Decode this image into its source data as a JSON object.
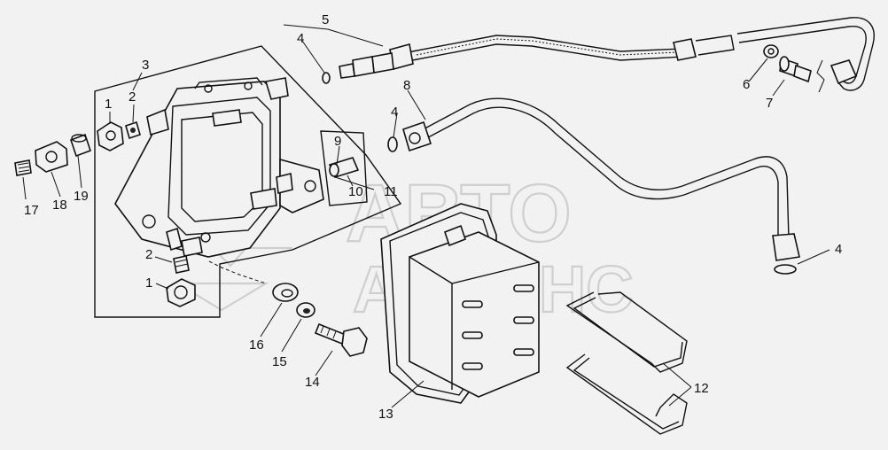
{
  "diagram": {
    "watermark": {
      "line1": "АВТО",
      "line2": "АЛЬЯНС"
    },
    "callouts": [
      {
        "id": "c1a",
        "text": "1"
      },
      {
        "id": "c1b",
        "text": "1"
      },
      {
        "id": "c2a",
        "text": "2"
      },
      {
        "id": "c2b",
        "text": "2"
      },
      {
        "id": "c3",
        "text": "3"
      },
      {
        "id": "c4a",
        "text": "4"
      },
      {
        "id": "c4b",
        "text": "4"
      },
      {
        "id": "c4c",
        "text": "4"
      },
      {
        "id": "c5",
        "text": "5"
      },
      {
        "id": "c6",
        "text": "6"
      },
      {
        "id": "c7",
        "text": "7"
      },
      {
        "id": "c8",
        "text": "8"
      },
      {
        "id": "c9",
        "text": "9"
      },
      {
        "id": "c10",
        "text": "10"
      },
      {
        "id": "c11",
        "text": "11"
      },
      {
        "id": "c12",
        "text": "12"
      },
      {
        "id": "c13",
        "text": "13"
      },
      {
        "id": "c14",
        "text": "14"
      },
      {
        "id": "c15",
        "text": "15"
      },
      {
        "id": "c16",
        "text": "16"
      },
      {
        "id": "c17",
        "text": "17"
      },
      {
        "id": "c18",
        "text": "18"
      },
      {
        "id": "c19",
        "text": "19"
      }
    ]
  }
}
